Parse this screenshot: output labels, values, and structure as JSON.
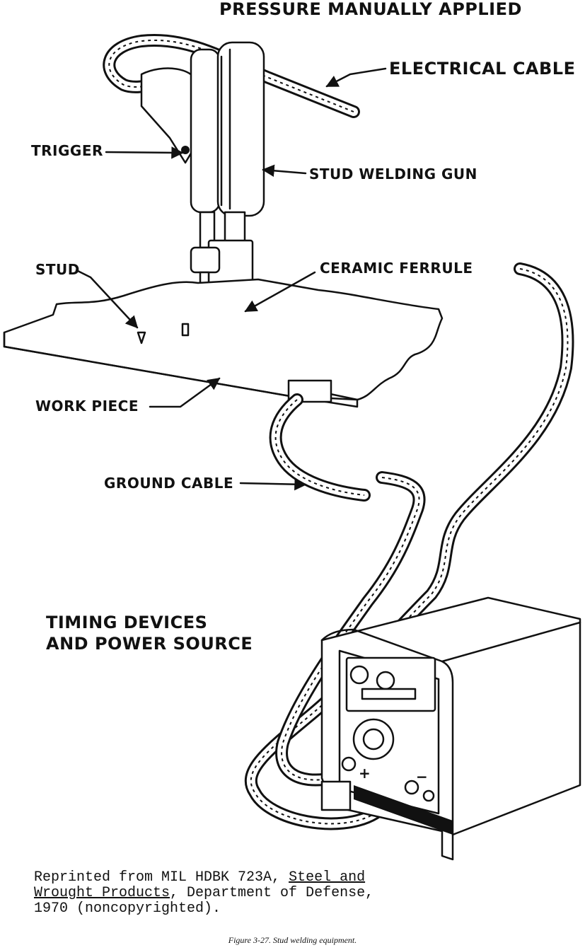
{
  "labels": {
    "pressure": "PRESSURE MANUALLY APPLIED",
    "electrical_cable": "ELECTRICAL CABLE",
    "trigger": "TRIGGER",
    "stud_welding_gun": "STUD WELDING GUN",
    "stud": "STUD",
    "ceramic_ferrule": "CERAMIC FERRULE",
    "work_piece": "WORK PIECE",
    "ground_cable": "GROUND CABLE",
    "timing_line1": "TIMING DEVICES",
    "timing_line2": "AND POWER SOURCE",
    "plus": "+",
    "minus": "−"
  },
  "credit": {
    "line1_prefix": "Reprinted from MIL HDBK 723A, ",
    "line1_title": "Steel and",
    "line2_title": "Wrought Products",
    "line2_suffix": ", Department of Defense,",
    "line3": "1970 (noncopyrighted)."
  },
  "caption": "Figure 3-27. Stud welding equipment."
}
